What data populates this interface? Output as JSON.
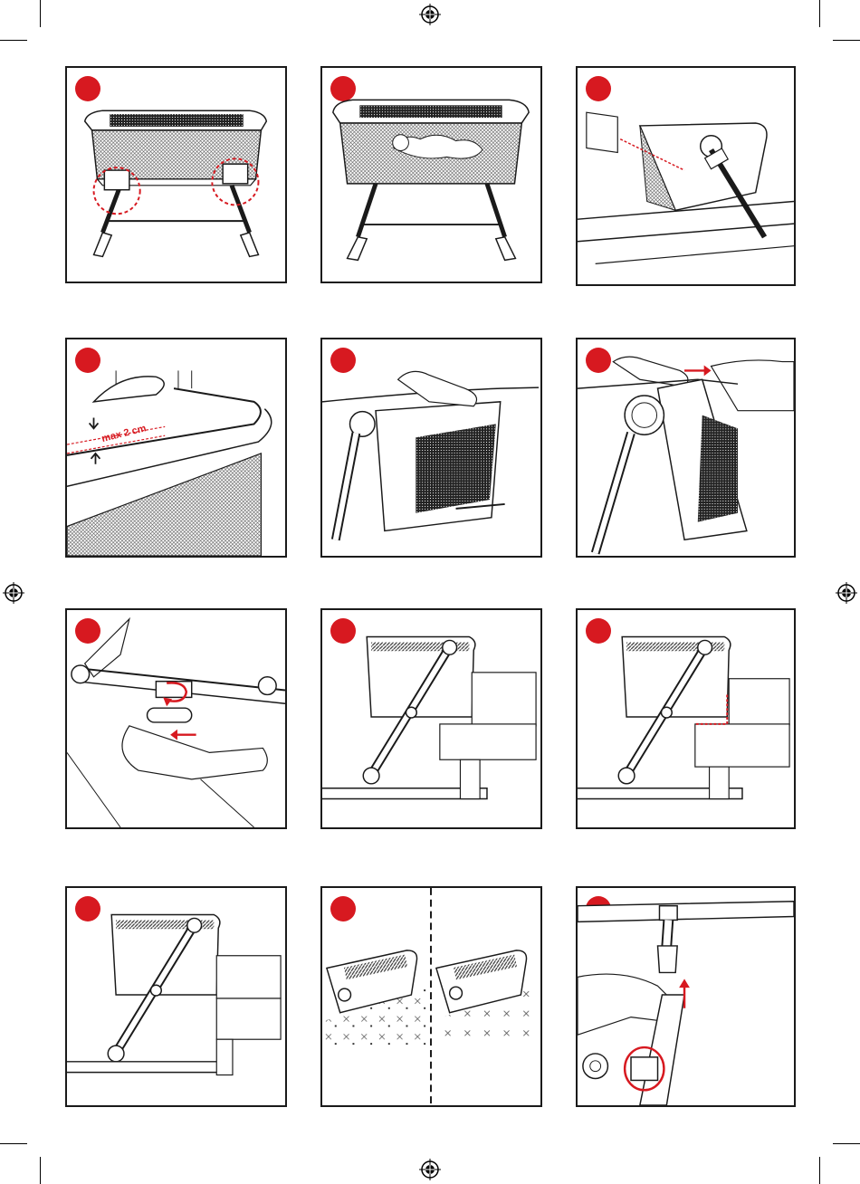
{
  "document": {
    "type": "assembly-instructions",
    "brand_color": "#d71920",
    "line_color": "#1a1a1a"
  },
  "panels": [
    {
      "id": 1,
      "row": 1,
      "col": 1,
      "label": ""
    },
    {
      "id": 2,
      "row": 1,
      "col": 2,
      "label": ""
    },
    {
      "id": 3,
      "row": 1,
      "col": 3,
      "label": ""
    },
    {
      "id": 4,
      "row": 2,
      "col": 1,
      "label": "max 2 cm"
    },
    {
      "id": 5,
      "row": 2,
      "col": 2,
      "label": ""
    },
    {
      "id": 6,
      "row": 2,
      "col": 3,
      "label": ""
    },
    {
      "id": 7,
      "row": 3,
      "col": 1,
      "label": ""
    },
    {
      "id": 8,
      "row": 3,
      "col": 2,
      "label": ""
    },
    {
      "id": 9,
      "row": 3,
      "col": 3,
      "label": ""
    },
    {
      "id": 10,
      "row": 4,
      "col": 1,
      "label": ""
    },
    {
      "id": 11,
      "row": 4,
      "col": 2,
      "label": ""
    },
    {
      "id": 12,
      "row": 4,
      "col": 3,
      "label": ""
    }
  ],
  "icons": {
    "registration_mark": "registration-mark-icon",
    "step_marker": "red-step-circle-icon"
  }
}
